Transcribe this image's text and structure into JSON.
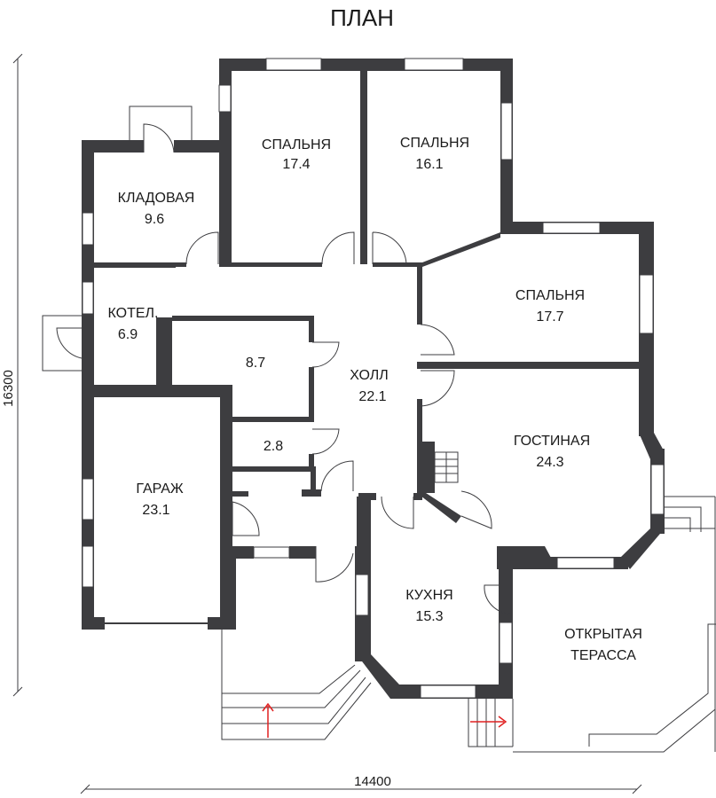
{
  "title": "ПЛАН",
  "dimensions": {
    "width": "14400",
    "height": "16300"
  },
  "rooms": {
    "bedroom_1": {
      "name": "СПАЛЬНЯ",
      "area": "17.4"
    },
    "bedroom_2": {
      "name": "СПАЛЬНЯ",
      "area": "16.1"
    },
    "bedroom_3": {
      "name": "СПАЛЬНЯ",
      "area": "17.7"
    },
    "storage": {
      "name": "КЛАДОВАЯ",
      "area": "9.6"
    },
    "boiler": {
      "name": "КОТЕЛ.",
      "area": "6.9"
    },
    "room_87": {
      "area": "8.7"
    },
    "room_28": {
      "area": "2.8"
    },
    "hall": {
      "name": "ХОЛЛ",
      "area": "22.1"
    },
    "living": {
      "name": "ГОСТИНАЯ",
      "area": "24.3"
    },
    "garage": {
      "name": "ГАРАЖ",
      "area": "23.1"
    },
    "kitchen": {
      "name": "КУХНЯ",
      "area": "15.3"
    },
    "terrace": {
      "name_line1": "ОТКРЫТАЯ",
      "name_line2": "ТЕРАССА"
    }
  },
  "colors": {
    "wall": "#3d3d40",
    "arrow": "#e02020",
    "background": "#ffffff"
  }
}
